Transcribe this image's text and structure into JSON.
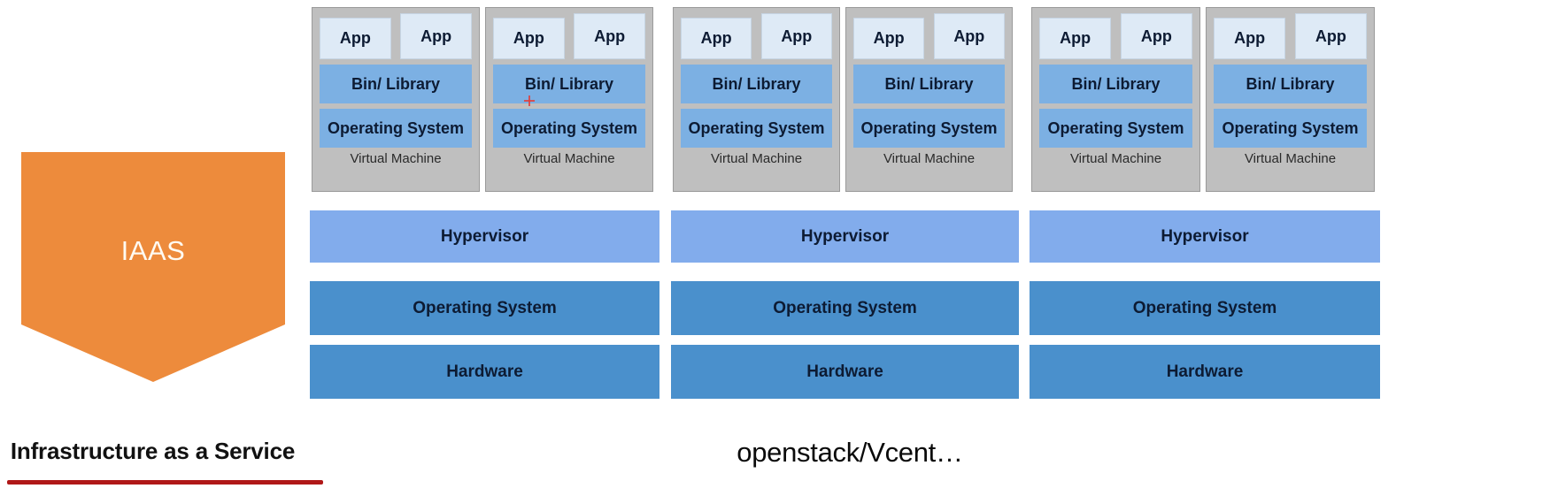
{
  "left_panel": {
    "shape_label": "IAAS",
    "caption": "Infrastructure as a Service",
    "shape_color": "#ED8B3C",
    "underline_color": "#B01818"
  },
  "platform_caption": "openstack/Vcent…",
  "labels": {
    "app": "App",
    "bin_library": "Bin/ Library",
    "operating_system": "Operating System",
    "virtual_machine": "Virtual Machine",
    "hypervisor": "Hypervisor",
    "hardware": "Hardware"
  },
  "colors": {
    "app_box": "#DEEAF6",
    "vm_inner_bar": "#7CB0E3",
    "vm_container": "#BFBFBF",
    "hypervisor": "#82ACEC",
    "os_bar": "#4A90CC",
    "hardware_bar": "#4A90CC"
  },
  "stacks": [
    {
      "id": "stack-1",
      "vms": [
        {
          "apps": [
            "App",
            "App"
          ],
          "bin_library": "Bin/ Library",
          "operating_system": "Operating System",
          "label": "Virtual Machine"
        },
        {
          "apps": [
            "App",
            "App"
          ],
          "bin_library": "Bin/ Library",
          "operating_system": "Operating System",
          "label": "Virtual Machine"
        }
      ],
      "hypervisor": "Hypervisor",
      "operating_system": "Operating System",
      "hardware": "Hardware"
    },
    {
      "id": "stack-2",
      "vms": [
        {
          "apps": [
            "App",
            "App"
          ],
          "bin_library": "Bin/ Library",
          "operating_system": "Operating System",
          "label": "Virtual Machine"
        },
        {
          "apps": [
            "App",
            "App"
          ],
          "bin_library": "Bin/ Library",
          "operating_system": "Operating System",
          "label": "Virtual Machine"
        }
      ],
      "hypervisor": "Hypervisor",
      "operating_system": "Operating System",
      "hardware": "Hardware"
    },
    {
      "id": "stack-3",
      "vms": [
        {
          "apps": [
            "App",
            "App"
          ],
          "bin_library": "Bin/ Library",
          "operating_system": "Operating System",
          "label": "Virtual Machine"
        },
        {
          "apps": [
            "App",
            "App"
          ],
          "bin_library": "Bin/ Library",
          "operating_system": "Operating System",
          "label": "Virtual Machine"
        }
      ],
      "hypervisor": "Hypervisor",
      "operating_system": "Operating System",
      "hardware": "Hardware"
    }
  ]
}
